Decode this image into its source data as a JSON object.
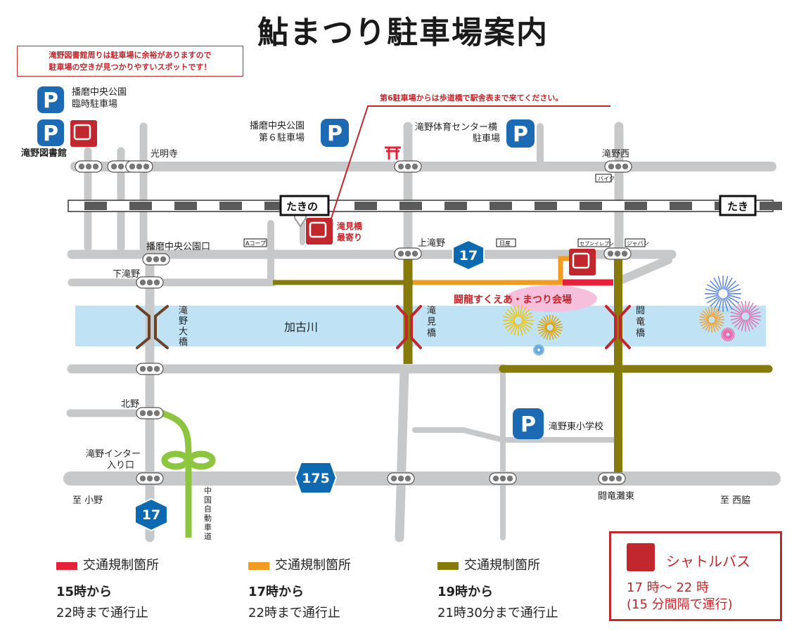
{
  "title": "鮎まつり駐車場案内",
  "note": [
    "滝野図書館周りは駐車場に余裕がありますので",
    "駐車場の空きが見つかりやすいスポットです！"
  ],
  "callout": "第6駐車場からは歩道橋で駅舎表まで来てください。",
  "parking": {
    "p1": [
      "播磨中央公園",
      "臨時駐車場"
    ],
    "p2": "滝野図書館",
    "p3": [
      "播磨中央公園",
      "第６駐車場"
    ],
    "p4": [
      "滝野体育センター横",
      "駐車場"
    ],
    "p5": "滝野東小学校"
  },
  "places": {
    "koumyoji": "光明寺",
    "takinonishi": "滝野西",
    "bike": "バイク",
    "station1": "たきの",
    "station2": "たき",
    "takimibashi_stop": [
      "滝見橋",
      "最寄り"
    ],
    "harima_kouen_guchi": "播磨中央公園口",
    "acoop": "Aコープ",
    "kamitakino": "上滝野",
    "nissan": "日産",
    "seven": "セブンイレブン",
    "japan": "ジャパン",
    "shimotakino": "下滝野",
    "river": "加古川",
    "venue": "闘龍すくえあ・まつり会場",
    "bridge_takinoohashi": "滝野大橋",
    "bridge_takimi": "滝見橋",
    "bridge_touryu": "闘竜橋",
    "kitano": "北野",
    "inter": [
      "滝野インター",
      "入り口"
    ],
    "chugoku_expwy": "中国自動車道",
    "touryu_nadahigashi": "闘竜灘東",
    "to_ono": "至  小野",
    "to_nishiwaki": "至  西脇"
  },
  "routes": {
    "r17": "17",
    "r175": "175"
  },
  "legend": [
    {
      "label": "交通規制箇所",
      "time": "15時から",
      "until": "22時まで通行止",
      "color": "#e8203a"
    },
    {
      "label": "交通規制箇所",
      "time": "17時から",
      "until": "22時まで通行止",
      "color": "#f39a21"
    },
    {
      "label": "交通規制箇所",
      "time": "19時から",
      "until": "21時30分まで通行止",
      "color": "#857a0a"
    }
  ],
  "shuttle": {
    "name": "シャトルバス",
    "time": "17 時～ 22 時",
    "interval": "(15 分間隔で運行)"
  },
  "colors": {
    "road": "#c7c8ca",
    "river": "#bfe3f5",
    "accent": "#c1272d",
    "parking": "#1c6ab4",
    "route": "#0d6ab0",
    "expressway": "#8cc63f"
  }
}
